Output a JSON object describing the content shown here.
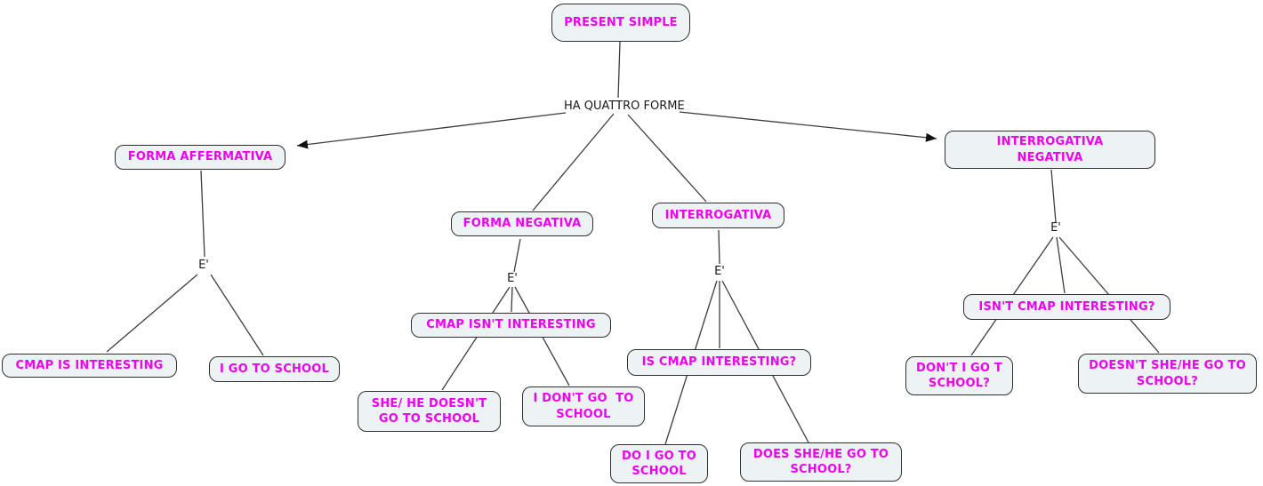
{
  "diagram": {
    "title": "PRESENT SIMPLE",
    "type": "concept-map"
  },
  "colors": {
    "node_fill": "#edf2f4",
    "node_border": "#2f2f2f",
    "node_text": "#ee00ee",
    "label_text": "#1a1a1a",
    "line": "#3d3d3d",
    "background": "#ffffff"
  },
  "nodes": {
    "present_simple": "PRESENT SIMPLE",
    "ha_quattro_forme": "HA QUATTRO FORME",
    "forma_affermativa": "FORMA AFFERMATIVA",
    "e_affermativa": "E'",
    "cmap_is_interesting": "CMAP IS INTERESTING",
    "i_go_to_school": "I GO TO SCHOOL",
    "forma_negativa": "FORMA NEGATIVA",
    "e_negativa": "E'",
    "cmap_isnt_interesting": "CMAP ISN'T INTERESTING",
    "she_he_doesnt_go": "SHE/ HE DOESN'T\nGO TO SCHOOL",
    "i_dont_go": "I DON'T GO  TO\nSCHOOL",
    "interrogativa": "INTERROGATIVA",
    "e_interrogativa": "E'",
    "is_cmap_interesting": "IS CMAP INTERESTING?",
    "do_i_go": "DO I GO TO\nSCHOOL",
    "does_she_he_go": "DOES SHE/HE GO TO\nSCHOOL?",
    "interrogativa_negativa": "INTERROGATIVA\nNEGATIVA",
    "e_interrogativa_negativa": "E'",
    "isnt_cmap_interesting": "ISN'T CMAP INTERESTING?",
    "dont_i_go": "DON'T I GO T\nSCHOOL?",
    "doesnt_she_he_go": "DOESN'T SHE/HE GO TO\nSCHOOL?"
  }
}
